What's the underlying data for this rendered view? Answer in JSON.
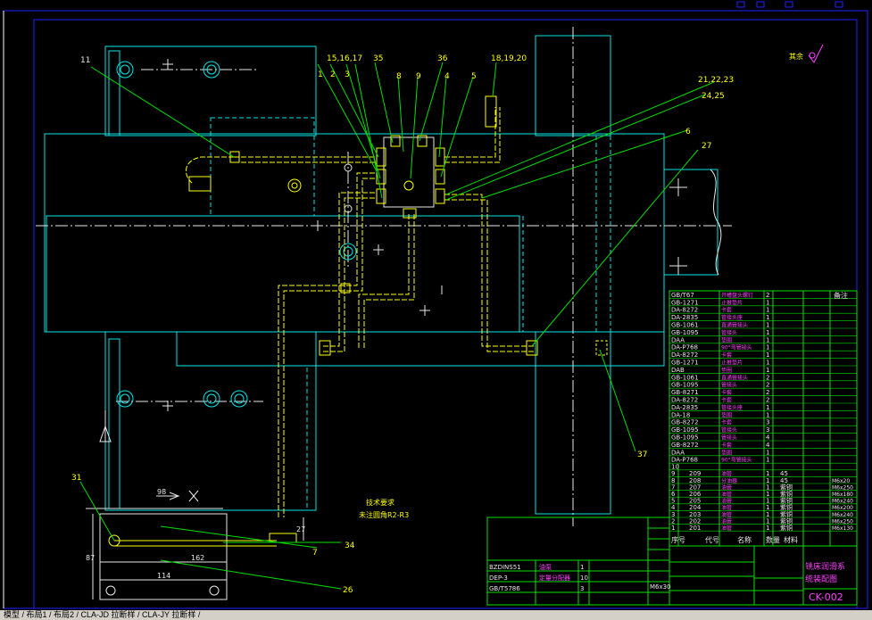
{
  "callouts": {
    "c11": "11",
    "c15": "15,16,17",
    "c35": "35",
    "c8": "8",
    "c9": "9",
    "c36": "36",
    "c4": "4",
    "c5": "5",
    "c18": "18,19,20",
    "c21": "21,22,23",
    "c24": "24,25",
    "c6": "6",
    "c27": "27",
    "c1": "1",
    "c2": "2",
    "c3": "3",
    "c37": "37",
    "c31": "31",
    "c34": "34",
    "c7": "7",
    "c26": "26"
  },
  "dimensions": {
    "d98": "98",
    "d27": "27",
    "d87": "87",
    "d162": "162",
    "d114": "114"
  },
  "labels": {
    "tech_title": "技术要求",
    "tech_note": "未注圆角R2-R3",
    "other": "其余",
    "view_x": "X"
  },
  "title_block": {
    "name_line1": "铣床润滑系",
    "name_line2": "统装配图",
    "drawing_no": "CK-002"
  },
  "parts_rows": [
    {
      "code": "GB/T67",
      "name": "开槽盘头螺钉",
      "qty": "2"
    },
    {
      "code": "GB-1271",
      "name": "止推垫片",
      "qty": "1"
    },
    {
      "code": "DA-8272",
      "name": "卡套",
      "qty": "1"
    },
    {
      "code": "DA-2835",
      "name": "管接头座",
      "qty": "1"
    },
    {
      "code": "GB-1061",
      "name": "直通管接头",
      "qty": "1"
    },
    {
      "code": "GB-1095",
      "name": "管接头",
      "qty": "1"
    },
    {
      "code": "DAA",
      "name": "垫圈",
      "qty": "1"
    },
    {
      "code": "DA-P768",
      "name": "90°弯管接头",
      "qty": "1"
    },
    {
      "code": "DA-8272",
      "name": "卡套",
      "qty": "1"
    },
    {
      "code": "GB-1271",
      "name": "止推垫片",
      "qty": "1"
    },
    {
      "code": "DAB",
      "name": "垫圈",
      "qty": "1"
    },
    {
      "code": "GB-1061",
      "name": "直通管接头",
      "qty": "2"
    },
    {
      "code": "GB-1095",
      "name": "管接头",
      "qty": "2"
    },
    {
      "code": "GB-8271",
      "name": "卡套",
      "qty": "2"
    },
    {
      "code": "DA-8272",
      "name": "卡套",
      "qty": "2"
    },
    {
      "code": "DA-2835",
      "name": "管接头座",
      "qty": "1"
    },
    {
      "code": "DA-18",
      "name": "垫圈",
      "qty": "1"
    },
    {
      "code": "GB-8272",
      "name": "卡套",
      "qty": "3"
    },
    {
      "code": "GB-1095",
      "name": "管接头",
      "qty": "3"
    },
    {
      "code": "GB-1095",
      "name": "管接头",
      "qty": "4"
    },
    {
      "code": "GB-8272",
      "name": "卡套",
      "qty": "4"
    },
    {
      "code": "DAA",
      "name": "垫圈",
      "qty": "1"
    },
    {
      "code": "DA-P768",
      "name": "90°弯管接头",
      "qty": "1"
    }
  ],
  "lower_rows": [
    {
      "no": "10",
      "code": "",
      "name": "",
      "qty": "",
      "mat": ""
    },
    {
      "no": "9",
      "code": "209",
      "name": "油管",
      "qty": "1",
      "mat": "45"
    },
    {
      "no": "8",
      "code": "208",
      "name": "分油器",
      "qty": "1",
      "mat": "45"
    },
    {
      "no": "7",
      "code": "207",
      "name": "油管",
      "qty": "1",
      "mat": "紫铜"
    },
    {
      "no": "6",
      "code": "206",
      "name": "油管",
      "qty": "1",
      "mat": "紫铜"
    },
    {
      "no": "5",
      "code": "205",
      "name": "油管",
      "qty": "1",
      "mat": "紫铜"
    },
    {
      "no": "4",
      "code": "204",
      "name": "油管",
      "qty": "1",
      "mat": "紫铜"
    },
    {
      "no": "3",
      "code": "203",
      "name": "油管",
      "qty": "1",
      "mat": "紫铜"
    },
    {
      "no": "2",
      "code": "202",
      "name": "油管",
      "qty": "1",
      "mat": "紫铜"
    },
    {
      "no": "1",
      "code": "201",
      "name": "油管",
      "qty": "1",
      "mat": "紫铜"
    }
  ],
  "lower_specs": [
    "M6x20",
    "M6x250",
    "M6x180",
    "M6x240",
    "M6x200",
    "M6x240",
    "M6x250",
    "M6x130"
  ],
  "left_table": [
    {
      "code": "BZDINS51",
      "name": "油泵",
      "qty": "1"
    },
    {
      "code": "DEP-3",
      "name": "定量分配器",
      "qty": "10"
    },
    {
      "code": "GB/T5786",
      "name": "",
      "qty": "3"
    }
  ],
  "left_table_spec": "M6x30",
  "headers": {
    "seq": "序号",
    "code": "代号",
    "name": "名称",
    "qty": "数量",
    "mat": "材料",
    "note": "备注"
  },
  "statusbar": "模型 / 布局1 / 布局2 / CLA-JD 拉断样 / CLA-JY 拉断样 /"
}
